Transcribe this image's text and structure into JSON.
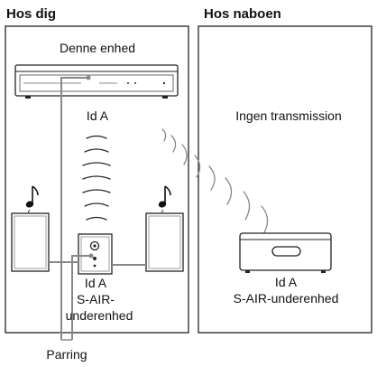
{
  "left_panel": {
    "heading": "Hos dig",
    "unit_label": "Denne enhed",
    "unit_id": "Id A",
    "sub_unit_id": "Id A",
    "sub_unit_name_line1": "S-AIR-",
    "sub_unit_name_line2": "underenhed"
  },
  "right_panel": {
    "heading": "Hos naboen",
    "status": "Ingen transmission",
    "sub_unit_id": "Id A",
    "sub_unit_name": "S-AIR-underenhed"
  },
  "callout": {
    "label": "Parring"
  },
  "icons": [
    "music-note-icon",
    "music-note-icon",
    "speaker-icon",
    "speaker-icon",
    "subunit-icon",
    "wireless-waves-icon"
  ]
}
